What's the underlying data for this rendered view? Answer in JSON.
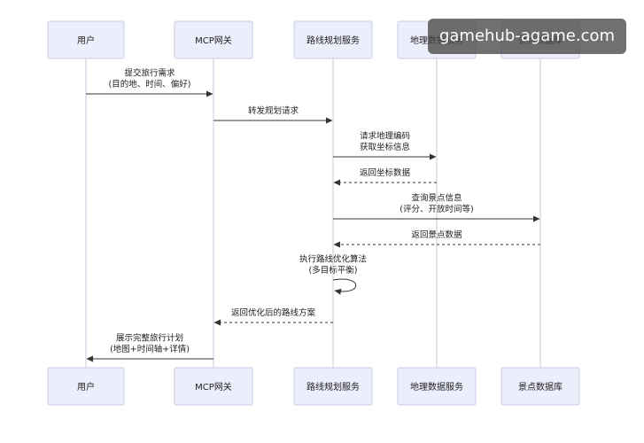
{
  "participants": [
    "用户",
    "MCP网关",
    "路线规划服务",
    "地理数据服务",
    "景点数据库"
  ],
  "messages": [
    {
      "from": 0,
      "to": 1,
      "lines": [
        "提交旅行需求",
        "(目的地、时间、偏好)"
      ],
      "style": "solid"
    },
    {
      "from": 1,
      "to": 2,
      "lines": [
        "转发规划请求"
      ],
      "style": "solid"
    },
    {
      "from": 2,
      "to": 3,
      "lines": [
        "请求地理编码",
        "获取坐标信息"
      ],
      "style": "solid"
    },
    {
      "from": 3,
      "to": 2,
      "lines": [
        "返回坐标数据"
      ],
      "style": "dashed"
    },
    {
      "from": 2,
      "to": 4,
      "lines": [
        "查询景点信息",
        "(评分、开放时间等)"
      ],
      "style": "solid"
    },
    {
      "from": 4,
      "to": 2,
      "lines": [
        "返回景点数据"
      ],
      "style": "dashed"
    },
    {
      "from": 2,
      "to": 2,
      "lines": [
        "执行路线优化算法",
        "(多目标平衡)"
      ],
      "style": "solid"
    },
    {
      "from": 2,
      "to": 1,
      "lines": [
        "返回优化后的路线方案"
      ],
      "style": "dashed"
    },
    {
      "from": 1,
      "to": 0,
      "lines": [
        "展示完整旅行计划",
        "(地图+时间轴+详情)"
      ],
      "style": "solid"
    }
  ],
  "watermark": "gamehub-agame.com",
  "colors": {
    "actor_fill": "#eceefb",
    "actor_stroke": "#c9cbe6",
    "lifeline": "#c8c9dd",
    "arrow": "#333333"
  }
}
